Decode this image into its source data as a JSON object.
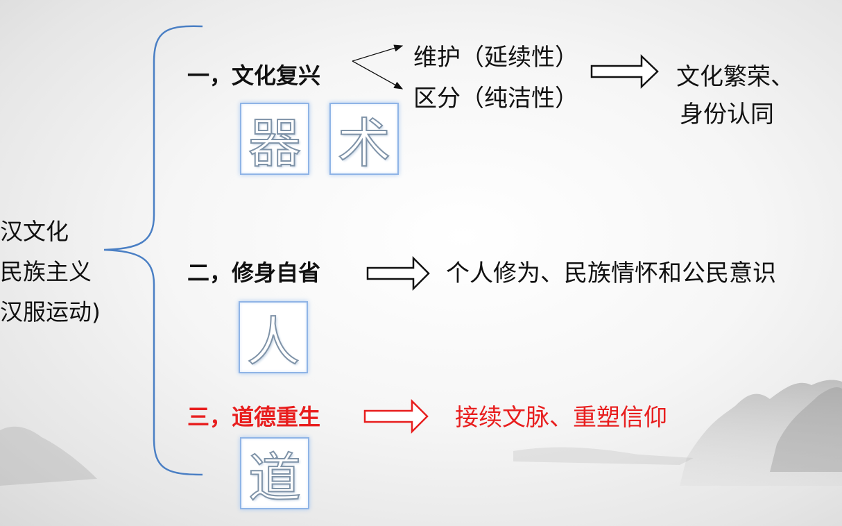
{
  "left_label": {
    "line1": "汉文化",
    "line2": "民族主义",
    "line3": "汉服运动)"
  },
  "section1": {
    "title": "一，文化复兴",
    "branch_top": "维护（延续性）",
    "branch_bottom": "区分（纯洁性）",
    "result_line1": "文化繁荣、",
    "result_line2": "身份认同",
    "glyphs": [
      "器",
      "术"
    ]
  },
  "section2": {
    "title": "二，修身自省",
    "result": "个人修为、民族情怀和公民意识",
    "glyphs": [
      "人"
    ]
  },
  "section3": {
    "title": "三，道德重生",
    "result": "接续文脉、重塑信仰",
    "glyphs": [
      "道"
    ]
  },
  "colors": {
    "brace": "#4a7fc4",
    "highlight": "#e81e1e",
    "glyph_border": "#8fb4e6"
  }
}
